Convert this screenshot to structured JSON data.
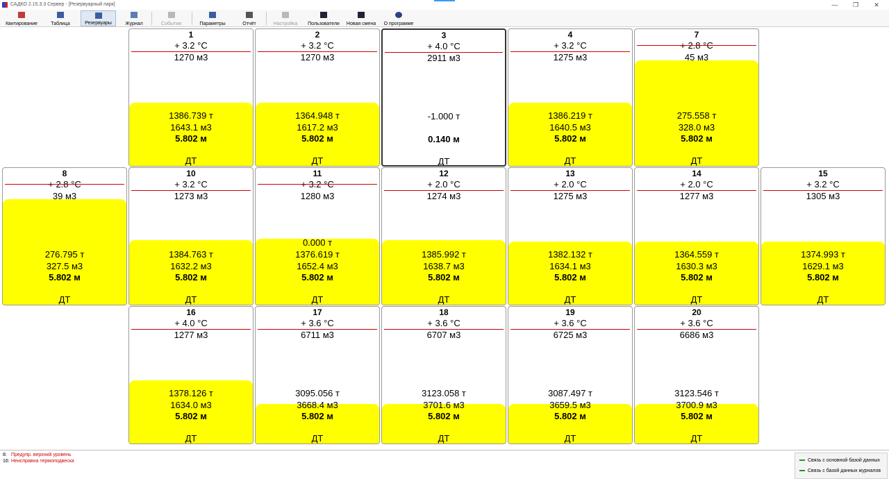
{
  "window": {
    "title": "САДКО 2.15.3.3 Сервер - [Резервуарный парк]",
    "minimize": "—",
    "maximize": "❐",
    "close": "✕"
  },
  "toolbar": {
    "items": [
      {
        "label": "Квитирование",
        "icon": "alarm-ack-icon"
      },
      {
        "label": "Таблица",
        "icon": "table-icon"
      },
      {
        "label": "Резервуары",
        "icon": "tanks-grid-icon",
        "active": true
      },
      {
        "label": "Журнал",
        "icon": "journal-icon"
      },
      {
        "label": "События",
        "icon": "events-icon",
        "disabled": true
      },
      {
        "label": "Параметры",
        "icon": "parameters-icon"
      },
      {
        "label": "Отчёт",
        "icon": "report-printer-icon"
      },
      {
        "label": "Настройка",
        "icon": "settings-icon",
        "disabled": true
      },
      {
        "label": "Пользователи",
        "icon": "users-icon"
      },
      {
        "label": "Новая смена",
        "icon": "new-shift-icon"
      },
      {
        "label": "О программе",
        "icon": "about-globe-icon"
      }
    ]
  },
  "colors": {
    "fill": "#ffff00",
    "alarm_text": "#d00000",
    "connection_ok": "#1a9a1a",
    "limit_line": "#cc0000"
  },
  "tanks": [
    {
      "number": "1",
      "temp": "+ 3.2 °C",
      "volume": "1270 м3",
      "mass": "1386.739 т",
      "current_volume": "1643.1 м3",
      "level": "5.802 м",
      "product": "ДТ",
      "fill_level": 0.46
    },
    {
      "number": "2",
      "temp": "+ 3.2 °C",
      "volume": "1270 м3",
      "mass": "1364.948 т",
      "current_volume": "1617.2 м3",
      "level": "5.802 м",
      "product": "ДТ",
      "fill_level": 0.46
    },
    {
      "number": "3",
      "temp": "+ 4.0 °C",
      "volume": "2911 м3",
      "mass": "-1.000 т",
      "current_volume": "",
      "level": "0.140 м",
      "product": "ДТ",
      "fill_level": 0.0,
      "selected": true
    },
    {
      "number": "4",
      "temp": "+ 3.2 °C",
      "volume": "1275 м3",
      "mass": "1386.219 т",
      "current_volume": "1640.5 м3",
      "level": "5.802 м",
      "product": "ДТ",
      "fill_level": 0.46
    },
    {
      "number": "7",
      "temp": "+ 2.8 °C",
      "volume": "45 м3",
      "mass": "275.558 т",
      "current_volume": "328.0 м3",
      "level": "5.802 м",
      "product": "ДТ",
      "fill_level": 0.77
    },
    {
      "number": "8",
      "temp": "+ 2.8 °C",
      "volume": "39 м3",
      "mass": "276.795 т",
      "current_volume": "327.5 м3",
      "level": "5.802 м",
      "product": "ДТ",
      "fill_level": 0.77
    },
    {
      "number": "10",
      "temp": "+ 3.2 °C",
      "volume": "1273 м3",
      "mass": "1384.763 т",
      "current_volume": "1632.2 м3",
      "level": "5.802 м",
      "product": "ДТ",
      "fill_level": 0.47
    },
    {
      "number": "11",
      "temp": "+ 3.2 °C",
      "volume": "1280 м3",
      "extra": "0.000 т",
      "mass": "1376.619 т",
      "current_volume": "1652.4 м3",
      "level": "5.802 м",
      "product": "ДТ",
      "fill_level": 0.48
    },
    {
      "number": "12",
      "temp": "+ 2.0 °C",
      "volume": "1274 м3",
      "mass": "1385.992 т",
      "current_volume": "1638.7 м3",
      "level": "5.802 м",
      "product": "ДТ",
      "fill_level": 0.47
    },
    {
      "number": "13",
      "temp": "+ 2.0 °C",
      "volume": "1275 м3",
      "mass": "1382.132 т",
      "current_volume": "1634.1 м3",
      "level": "5.802 м",
      "product": "ДТ",
      "fill_level": 0.46
    },
    {
      "number": "14",
      "temp": "+ 2.0 °C",
      "volume": "1277 м3",
      "mass": "1364.559 т",
      "current_volume": "1630.3 м3",
      "level": "5.802 м",
      "product": "ДТ",
      "fill_level": 0.46
    },
    {
      "number": "15",
      "temp": "+ 3.2 °C",
      "volume": "1305 м3",
      "mass": "1374.993 т",
      "current_volume": "1629.1 м3",
      "level": "5.802 м",
      "product": "ДТ",
      "fill_level": 0.46
    },
    {
      "number": "16",
      "temp": "+ 4.0 °C",
      "volume": "1277 м3",
      "mass": "1378.126 т",
      "current_volume": "1634.0 м3",
      "level": "5.802 м",
      "product": "ДТ",
      "fill_level": 0.46
    },
    {
      "number": "17",
      "temp": "+ 3.6 °C",
      "volume": "6711 м3",
      "mass": "3095.056 т",
      "current_volume": "3668.4 м3",
      "level": "5.802 м",
      "product": "ДТ",
      "fill_level": 0.29
    },
    {
      "number": "18",
      "temp": "+ 3.6 °C",
      "volume": "6707 м3",
      "mass": "3123.058 т",
      "current_volume": "3701.6 м3",
      "level": "5.802 м",
      "product": "ДТ",
      "fill_level": 0.29
    },
    {
      "number": "19",
      "temp": "+ 3.6 °C",
      "volume": "6725 м3",
      "mass": "3087.497 т",
      "current_volume": "3659.5 м3",
      "level": "5.802 м",
      "product": "ДТ",
      "fill_level": 0.29
    },
    {
      "number": "20",
      "temp": "+ 3.6 °C",
      "volume": "6686 м3",
      "mass": "3123.546 т",
      "current_volume": "3700.9 м3",
      "level": "5.802 м",
      "product": "ДТ",
      "fill_level": 0.29
    }
  ],
  "status": {
    "alarms": [
      {
        "number": "8:",
        "text": "Предупр. верхний уровень"
      },
      {
        "number": "16:",
        "text": "Неисправна термоподвеска"
      }
    ],
    "connections": [
      {
        "label": "Связь с основной базой данных"
      },
      {
        "label": "Связь с базой данных журналов"
      }
    ]
  }
}
